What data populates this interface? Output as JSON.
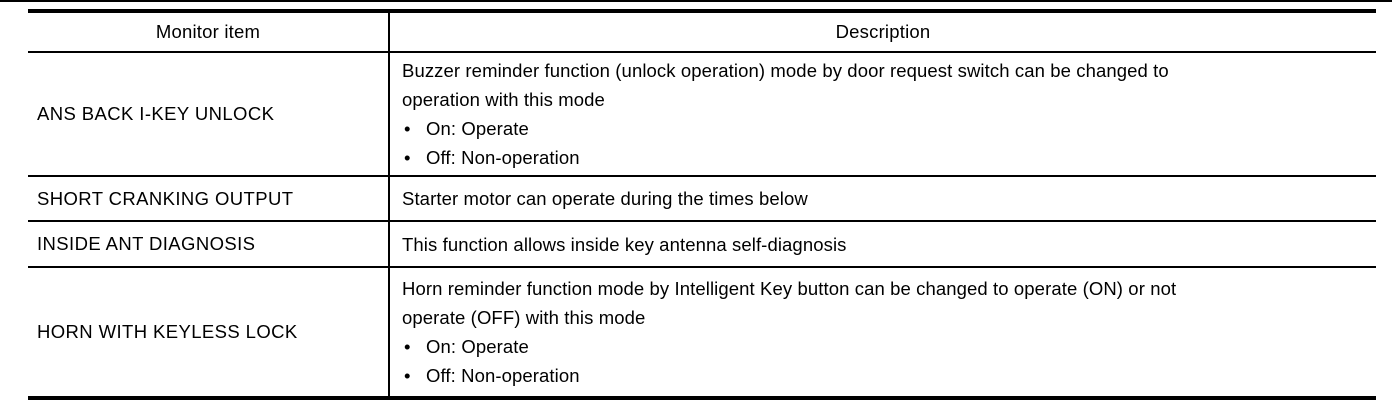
{
  "page": {
    "background": "#ffffff",
    "rule_color": "#000000"
  },
  "table": {
    "bullet_char": "•",
    "headers": {
      "monitor_item": "Monitor item",
      "description": "Description"
    },
    "rows": [
      {
        "item": "ANS BACK I-KEY UNLOCK",
        "description_lines": [
          "Buzzer reminder function (unlock operation) mode by door request switch can be changed to",
          "operation with this mode"
        ],
        "bullets": [
          "On: Operate",
          "Off: Non-operation"
        ]
      },
      {
        "item": "SHORT CRANKING OUTPUT",
        "description_lines": [
          "Starter motor can operate during the times below"
        ],
        "bullets": []
      },
      {
        "item": "INSIDE ANT DIAGNOSIS",
        "description_lines": [
          "This function allows inside key antenna self-diagnosis"
        ],
        "bullets": []
      },
      {
        "item": "HORN WITH KEYLESS LOCK",
        "description_lines": [
          "Horn reminder function mode by Intelligent Key button can be changed to operate (ON) or not",
          "operate (OFF) with this mode"
        ],
        "bullets": [
          "On: Operate",
          "Off: Non-operation"
        ]
      }
    ]
  }
}
